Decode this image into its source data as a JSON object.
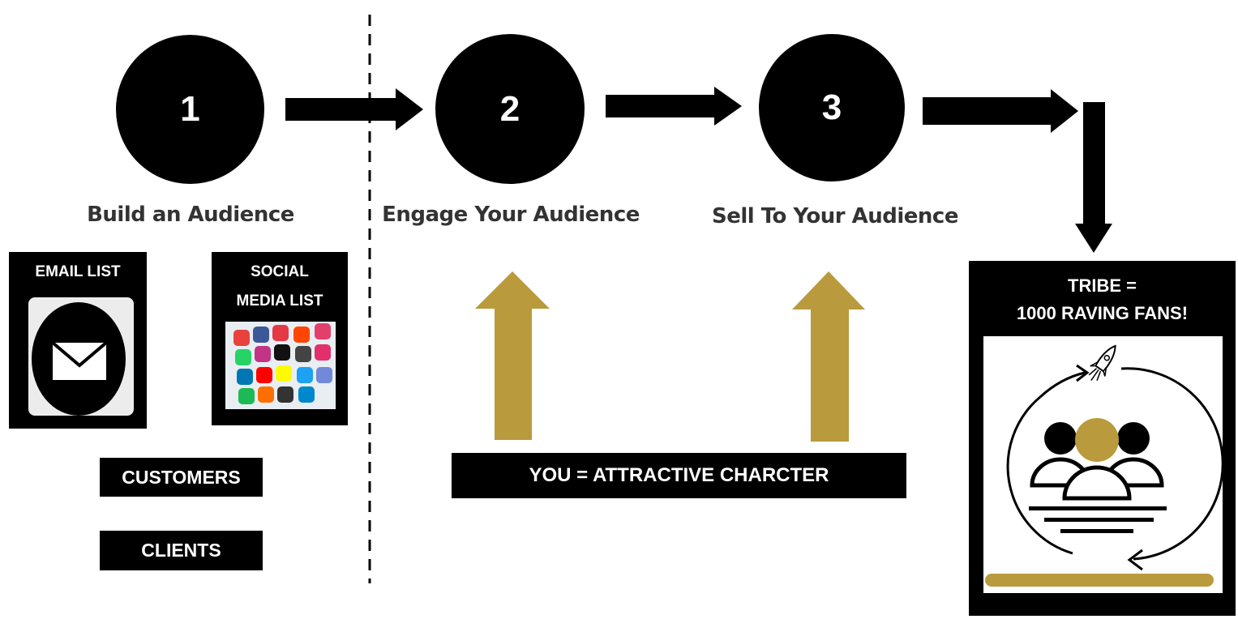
{
  "steps": [
    {
      "number": "1",
      "label": "Build an Audience"
    },
    {
      "number": "2",
      "label": "Engage Your Audience"
    },
    {
      "number": "3",
      "label": "Sell To Your Audience"
    }
  ],
  "audience_lists": {
    "email_title": "EMAIL LIST",
    "social_title_line1": "SOCIAL",
    "social_title_line2": "MEDIA LIST",
    "customers": "CUSTOMERS",
    "clients": "CLIENTS"
  },
  "attractive_character": "YOU = ATTRACTIVE CHARCTER",
  "tribe": {
    "line1": "TRIBE =",
    "line2": "1000 RAVING FANS!"
  },
  "icons": [
    "envelope-icon",
    "social-media-icons",
    "rocket-icon",
    "community-icon"
  ],
  "colors": {
    "black": "#000000",
    "gold": "#b99a3d",
    "label_gray": "#333333",
    "white": "#ffffff"
  }
}
